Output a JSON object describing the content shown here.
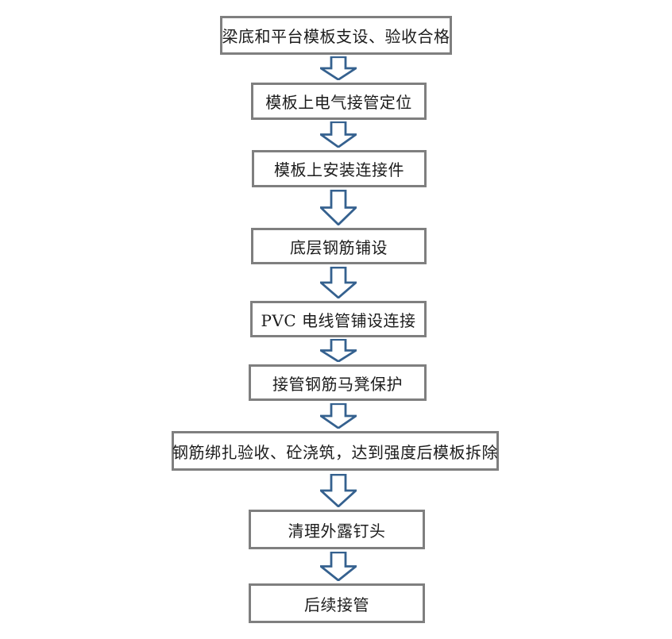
{
  "flowchart": {
    "type": "vertical-process-flow",
    "nodes": [
      {
        "id": 1,
        "label": "梁底和平台模板支设、验收合格"
      },
      {
        "id": 2,
        "label": "模板上电气接管定位"
      },
      {
        "id": 3,
        "label": "模板上安装连接件"
      },
      {
        "id": 4,
        "label": "底层钢筋铺设"
      },
      {
        "id": 5,
        "label": "PVC 电线管铺设连接"
      },
      {
        "id": 6,
        "label": "接管钢筋马凳保护"
      },
      {
        "id": 7,
        "label": "钢筋绑扎验收、砼浇筑，达到强度后模板拆除"
      },
      {
        "id": 8,
        "label": "清理外露钉头"
      },
      {
        "id": 9,
        "label": "后续接管"
      }
    ],
    "edges": [
      {
        "from": 1,
        "to": 2,
        "connector": "block-arrow-down"
      },
      {
        "from": 2,
        "to": 3,
        "connector": "block-arrow-down"
      },
      {
        "from": 3,
        "to": 4,
        "connector": "block-arrow-down"
      },
      {
        "from": 4,
        "to": 5,
        "connector": "block-arrow-down"
      },
      {
        "from": 5,
        "to": 6,
        "connector": "block-arrow-down"
      },
      {
        "from": 6,
        "to": 7,
        "connector": "block-arrow-down"
      },
      {
        "from": 7,
        "to": 8,
        "connector": "block-arrow-down"
      },
      {
        "from": 8,
        "to": 9,
        "connector": "block-arrow-down"
      }
    ],
    "colors": {
      "box_border": "#7f7f7f",
      "box_fill": "#ffffff",
      "text": "#1c1c1c",
      "arrow_outline": "#35618f",
      "arrow_fill": "#ffffff",
      "background": "#ffffff"
    }
  }
}
